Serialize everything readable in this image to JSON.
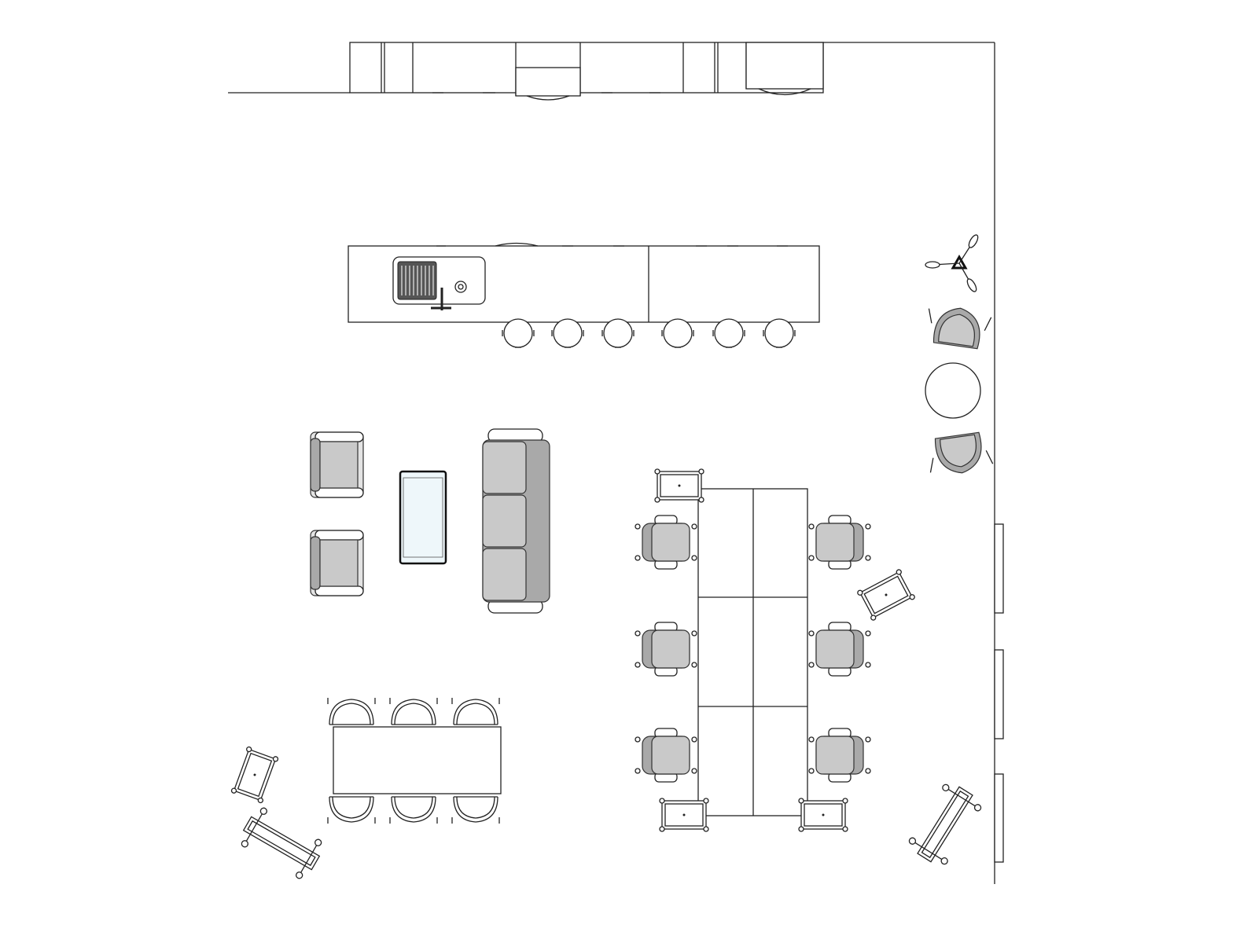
{
  "plan": {
    "colors": {
      "line": "#222222",
      "upholstery": "#c9c9c9",
      "upholstery_shade": "#a9a9a9",
      "glass_top": "#eef7fa",
      "background": "#ffffff"
    },
    "icons": [
      "wall",
      "kitchen-cabinets",
      "kitchen-island",
      "sink",
      "bar-stool",
      "ceiling-fan",
      "round-table",
      "armchair",
      "coffee-table",
      "sofa",
      "conference-table",
      "office-chair",
      "side-cart",
      "dining-table",
      "dining-chair",
      "bench",
      "window"
    ]
  }
}
